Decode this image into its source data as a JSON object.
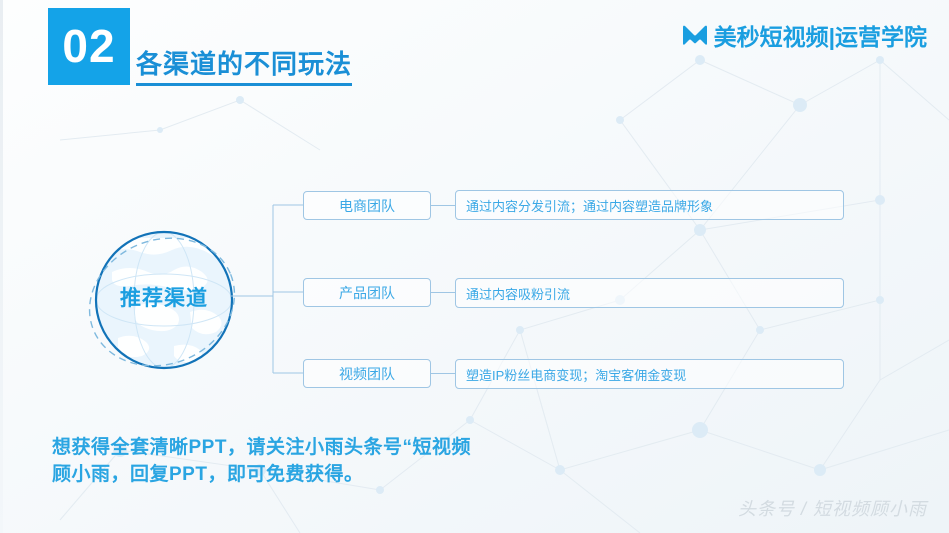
{
  "header": {
    "section_number": "02",
    "title": "各渠道的不同玩法"
  },
  "logo": {
    "icon": "mountain-m-logo-icon",
    "text": "美秒短视频|运营学院"
  },
  "diagram": {
    "root": {
      "label": "推荐渠道",
      "icon": "globe-icon"
    },
    "rows": [
      {
        "team": "电商团队",
        "desc": "通过内容分发引流；通过内容塑造品牌形象"
      },
      {
        "team": "产品团队",
        "desc": "通过内容吸粉引流"
      },
      {
        "team": "视频团队",
        "desc": "塑造IP粉丝电商变现；淘宝客佣金变现"
      }
    ]
  },
  "promo": {
    "line1": "想获得全套清晰PPT，请关注小雨头条号“短视频",
    "line2": "顾小雨，回复PPT，即可免费获得。"
  },
  "watermark": {
    "text": "头条号 / 短视频顾小雨"
  },
  "colors": {
    "accent": "#14a3e8",
    "title": "#1a8fd6",
    "node_text": "#3aa8e6",
    "node_border": "#9fc6e4",
    "promo": "#2aa5e2",
    "watermark": "#d3dbe1"
  }
}
